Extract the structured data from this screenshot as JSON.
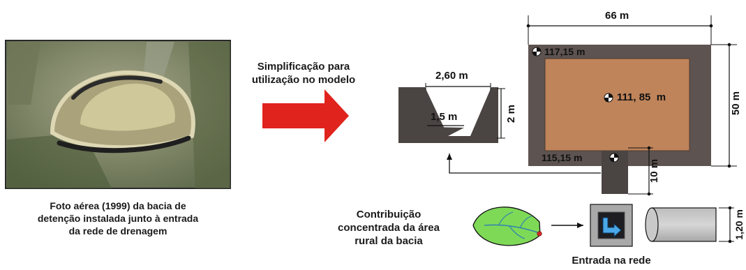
{
  "photo": {
    "caption_lines": [
      "Foto aérea (1999) da bacia de",
      "detenção instalada junto à entrada",
      "da rede de drenagem"
    ]
  },
  "arrow": {
    "label_lines": [
      "Simplificação para",
      "utilização no modelo"
    ],
    "color": "#e0231c"
  },
  "channel": {
    "top_width": "2,60 m",
    "bottom_width": "1,5 m",
    "depth": "2 m",
    "color": "#4a4442"
  },
  "basin": {
    "width": "66 m",
    "height": "50 m",
    "levels": {
      "crest": "117,15 m",
      "bottom": "111, 85  m",
      "outlet": "115,15 m"
    },
    "outlet_height": "10 m",
    "outer_color": "#5d5350",
    "inner_color": "#c0845a"
  },
  "contribution": {
    "label_lines": [
      "Contribuição",
      "concentrada da área",
      "rural da bacia"
    ],
    "leaf_color": "#7ed957"
  },
  "network": {
    "label": "Entrada na rede",
    "pipe_diameter": "1,20 m"
  }
}
